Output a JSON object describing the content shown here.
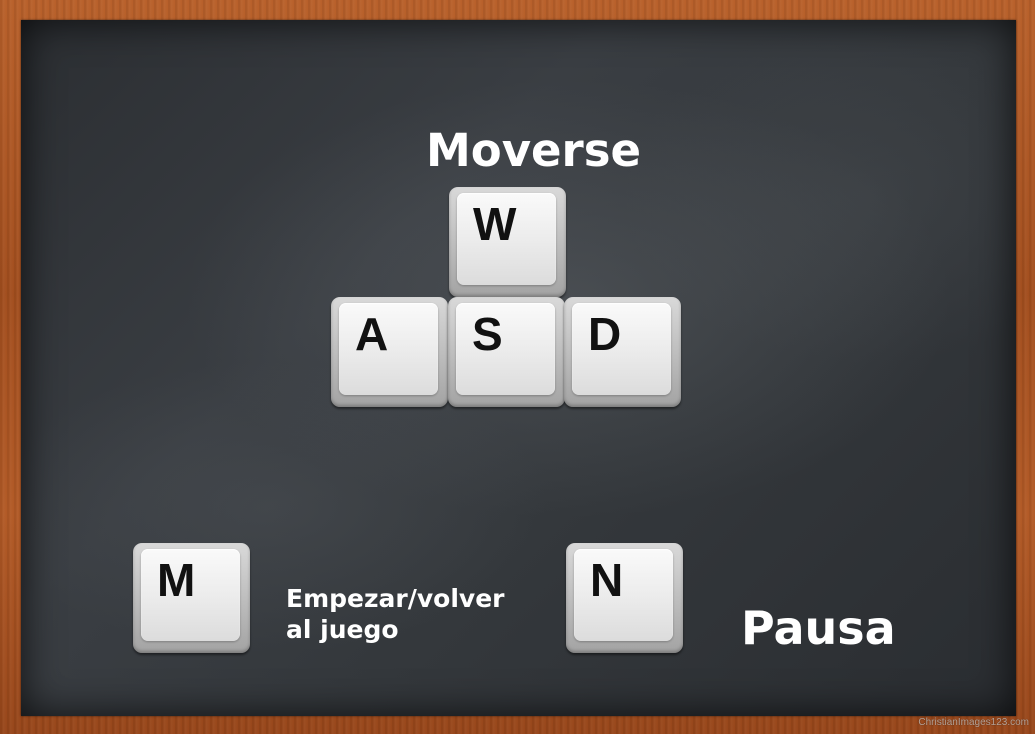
{
  "movement": {
    "title": "Moverse",
    "keys": {
      "up": "W",
      "left": "A",
      "down": "S",
      "right": "D"
    }
  },
  "start_restart": {
    "key": "M",
    "label_line1": "Empezar/volver",
    "label_line2": "al juego"
  },
  "pause": {
    "key": "N",
    "label": "Pausa"
  },
  "watermark": "ChristianImages123.com",
  "colors": {
    "board": "#34383c",
    "frame": "#a24e1e",
    "text": "#ffffff",
    "key_cap": "#ececec",
    "key_letter": "#111111"
  }
}
